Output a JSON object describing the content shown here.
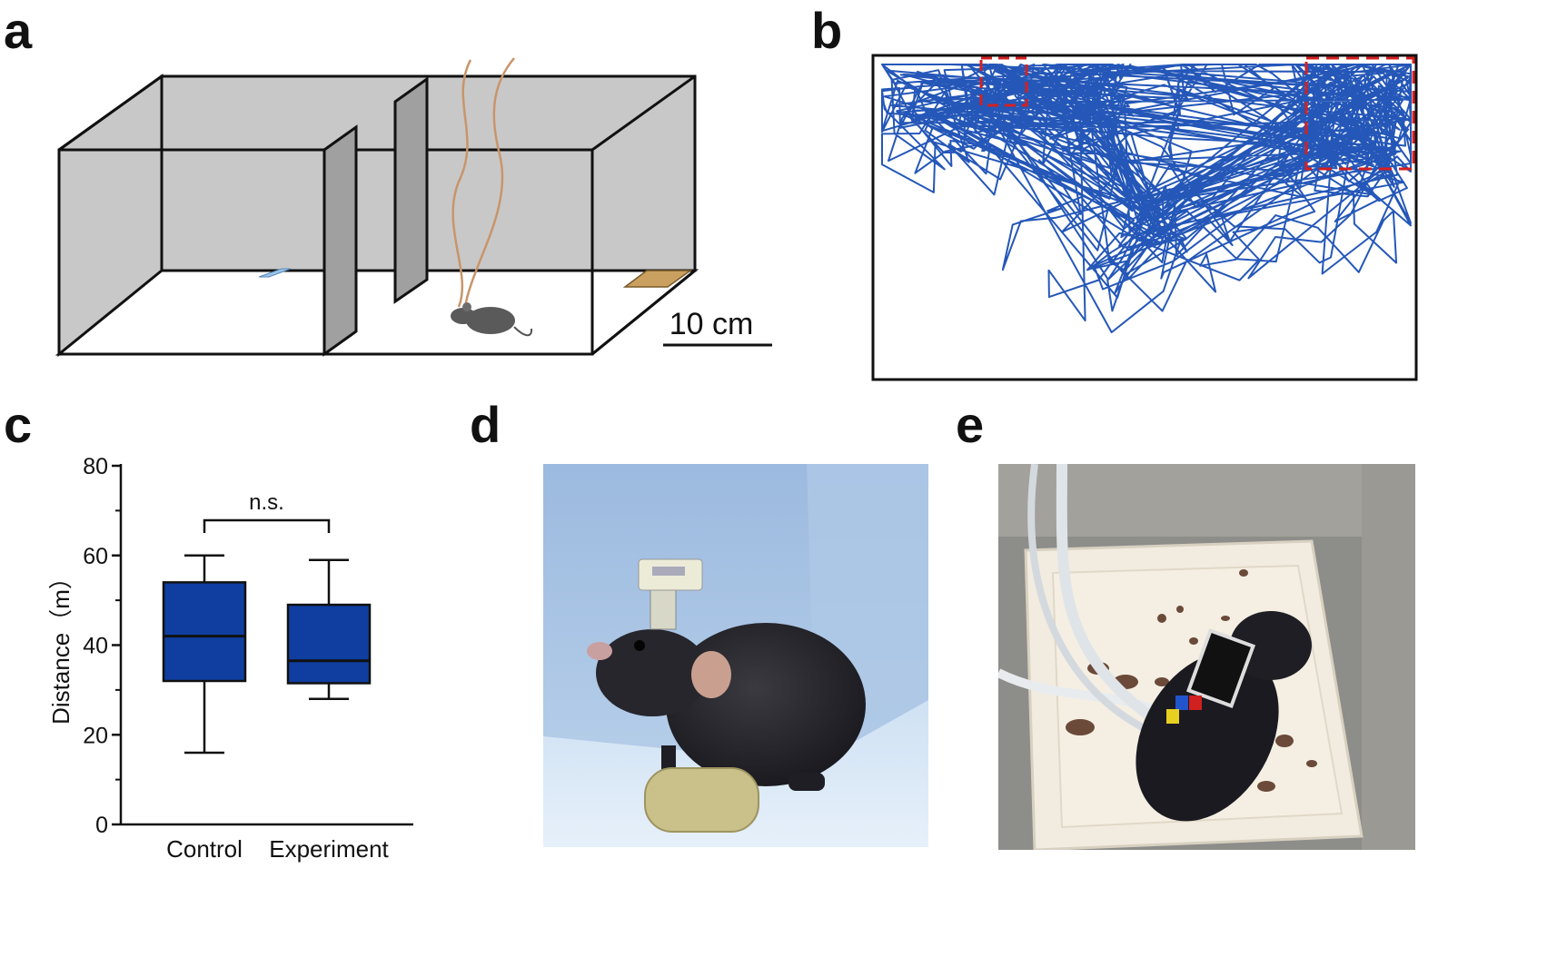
{
  "panels": {
    "a": {
      "letter": "a",
      "scale_bar_label": "10 cm"
    },
    "b": {
      "letter": "b"
    },
    "c": {
      "letter": "c",
      "significance_label": "n.s."
    },
    "d": {
      "letter": "d"
    },
    "e": {
      "letter": "e"
    }
  },
  "colors": {
    "box_fill": "#0f3ea0",
    "trajectory": "#2457b8",
    "roi_dashed": "#d42020",
    "arena_wall": "#c8c8c8",
    "divider": "#a0a0a0",
    "food_pad": "#c9a060",
    "water_pad": "#9cc6e8",
    "wire": "#c8956a"
  },
  "chart_data": {
    "type": "box",
    "categories": [
      "Control",
      "Experiment"
    ],
    "ylabel": "Distance（m）",
    "xlabel": "",
    "ylim": [
      0,
      80
    ],
    "yticks": [
      0,
      20,
      40,
      60,
      80
    ],
    "boxes": [
      {
        "category": "Control",
        "min": 16,
        "q1": 32,
        "median": 42,
        "q3": 54,
        "max": 60
      },
      {
        "category": "Experiment",
        "min": 28,
        "q1": 31.5,
        "median": 36.5,
        "q3": 49,
        "max": 59
      }
    ],
    "annotation": {
      "text": "n.s.",
      "between": [
        "Control",
        "Experiment"
      ]
    }
  }
}
